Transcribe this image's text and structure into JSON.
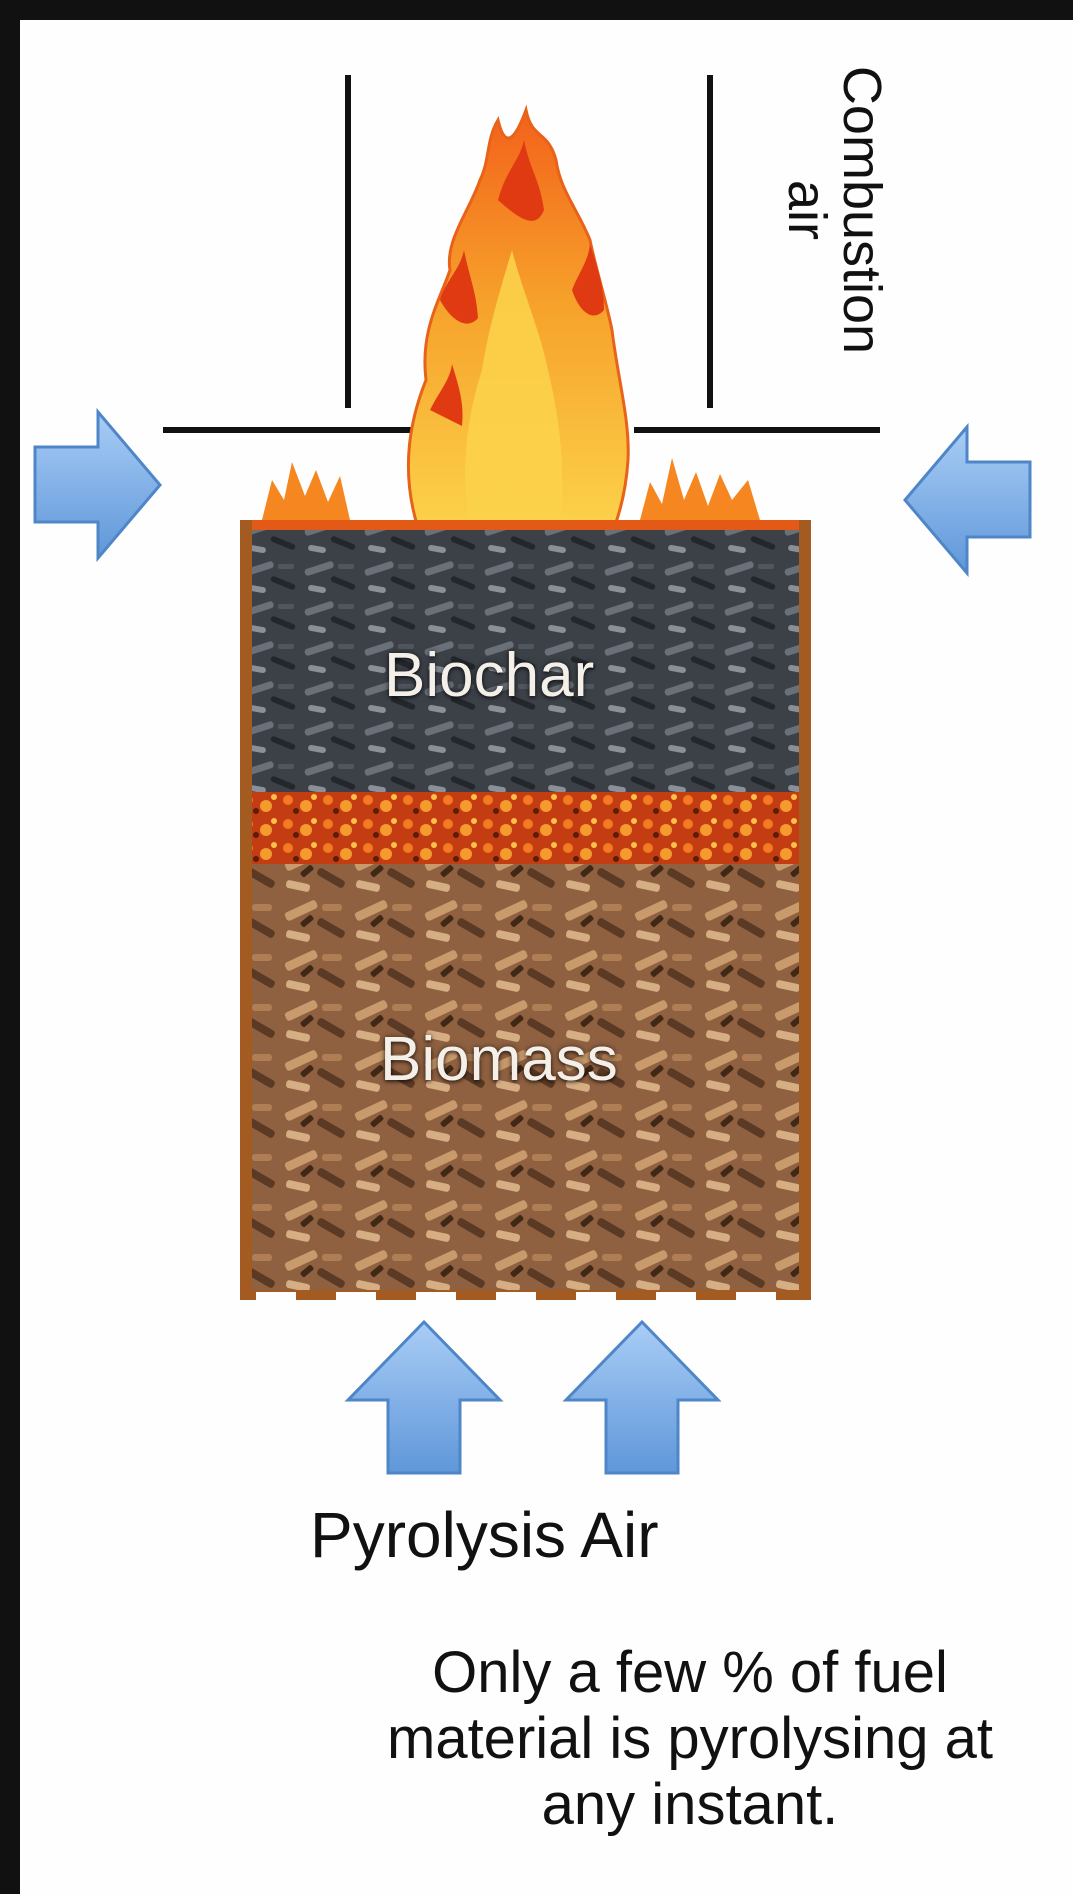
{
  "labels": {
    "combustion_line1": "Combustion",
    "combustion_line2": "air",
    "biochar": "Biochar",
    "biomass": "Biomass",
    "pyrolysis_air": "Pyrolysis Air",
    "note_line1": "Only a few % of fuel",
    "note_line2": "material is pyrolysing at",
    "note_line3": "any instant."
  },
  "colors": {
    "background": "#fefefe",
    "frame": "#111111",
    "arrow_fill": "#7fb2ec",
    "arrow_stroke": "#4f86c8",
    "flame_outer": "#f08a1c",
    "flame_inner": "#fcd24a",
    "flame_red": "#e03a12",
    "biochar": "#3c4148",
    "glow": "#e2511a",
    "biomass": "#9a6a44",
    "container": "#a35b22"
  },
  "icons": [
    "arrow-right-icon",
    "arrow-left-icon",
    "arrow-up-icon",
    "flame-icon"
  ]
}
